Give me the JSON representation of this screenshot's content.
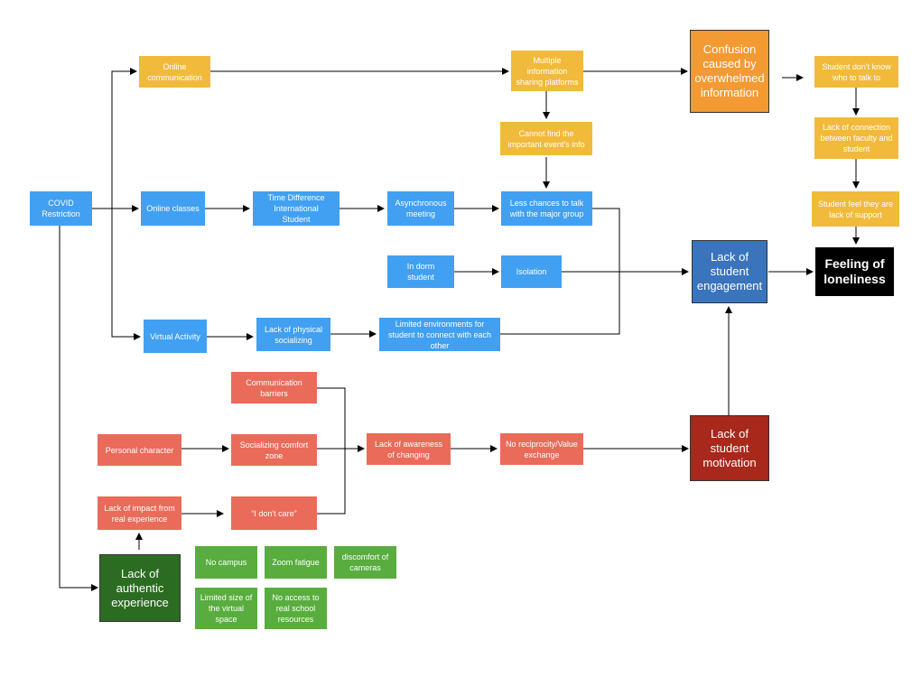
{
  "diagram": {
    "nodes": {
      "covid": "COVID\nRestriction",
      "online_comm": "Online\ncommunication",
      "multi_platforms": "Multiple\ninformation\nsharing platforms",
      "confusion": "Confusion\ncaused by\noverwhelmed\ninformation",
      "dont_know": "Student don't know\nwho to talk to",
      "lack_connection": "Lack of connection\nbetween faculty and\nstudent",
      "lack_support": "Student feel they are\nlack of support",
      "cannot_find": "Cannot find the\nimportant event's info",
      "online_classes": "Online classes",
      "time_diff": "Time Difference\nInternational\nStudent",
      "async": "Asynchronous\nmeeting",
      "less_chances": "Less chances to talk\nwith the major group",
      "dorm": "In dorm\nstudent",
      "isolation": "Isolation",
      "engagement": "Lack of\nstudent\nengagement",
      "loneliness": "Feeling of\nloneliness",
      "virtual_activity": "Virtual Activity",
      "physical": "Lack of physical\nsocializing",
      "limited_env": "Limited environments for\nstudent to connect with each\nother",
      "comm_barriers": "Communication\nbarriers",
      "personal": "Personal character",
      "comfort": "Socializing comfort\nzone",
      "awareness": "Lack of awareness\nof changing",
      "reciprocity": "No reciprocity/Value\nexchange",
      "motivation": "Lack of\nstudent\nmotivation",
      "impact": "Lack of impact from\nreal experience",
      "dont_care": "“I don't care”",
      "authentic": "Lack of\nauthentic\nexperience",
      "no_campus": "No campus",
      "zoom": "Zoom fatigue",
      "cameras": "discomfort of\ncameras",
      "limited_size": "Limited size of\nthe virtual\nspace",
      "no_access": "No access to\nreal school\nresources"
    }
  },
  "colors": {
    "yellow": "#F2BA3B",
    "orange": "#F39A32",
    "blue": "#41A0F2",
    "dark_blue": "#3974BC",
    "red": "#EA6B59",
    "dark_red": "#A8281B",
    "green": "#58AD3E",
    "dark_green": "#2C6C22",
    "black": "#000000"
  }
}
